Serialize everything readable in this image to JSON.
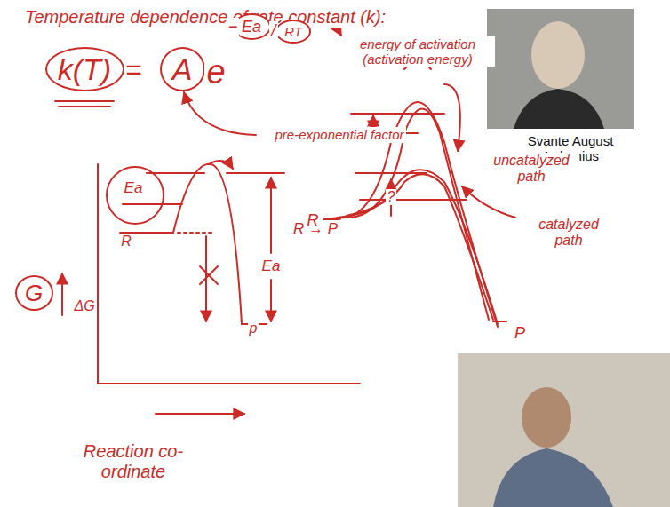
{
  "diagram": {
    "title": "Temperature dependence of rate constant (k):",
    "caption": "Svante August Arrhenius",
    "nodes": [
      {
        "text": [
          "k(T)"
        ]
      },
      {
        "text": [
          "A"
        ]
      },
      {
        "text": [
          "Ea"
        ]
      },
      {
        "text": [
          "RT"
        ]
      },
      {
        "text": [
          "G"
        ]
      }
    ],
    "labels": [
      "=",
      "e",
      "−",
      "/",
      "energy of activation (activation energy)",
      "pre-exponential factor",
      "uncatalyzed path",
      "catalyzed path",
      "Ea",
      "R",
      "ΔG",
      "p",
      "Ea",
      "R → P",
      "?",
      "R",
      "P",
      "Reaction co-ordinate"
    ]
  }
}
